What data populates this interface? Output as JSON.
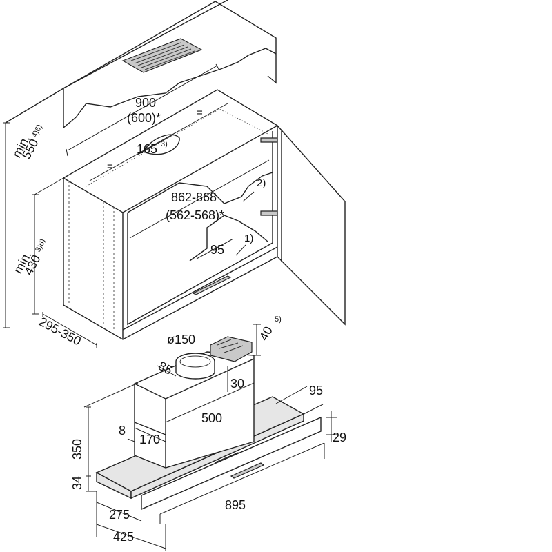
{
  "diagram": {
    "cabinet": {
      "width": "900",
      "width_alt": "(600)*",
      "min_height_text": "min.",
      "min_height_value": "550",
      "min_height_note": "4)6)",
      "vent_offset": "165",
      "vent_offset_note": "3)",
      "inner_width": "862-868",
      "inner_width_alt": "(562-568)*",
      "callout_2": "2)",
      "clearance_text": "min.",
      "clearance_value": "430",
      "clearance_note": "3)6)",
      "depth": "295-350",
      "cutout": "95",
      "callout_1": "1)",
      "equal_mark": "="
    },
    "hood": {
      "duct_diameter": "ø150",
      "duct_offset": "85",
      "top_height": "40",
      "top_height_note": "5)",
      "collar": "30",
      "chimney_width": "500",
      "chimney_depth": "170",
      "chimney_setback": "8",
      "total_height": "350",
      "canopy_height": "34",
      "front_depth": "95",
      "panel_height": "29",
      "depth_inner": "275",
      "depth_total": "425",
      "total_width": "895"
    }
  }
}
